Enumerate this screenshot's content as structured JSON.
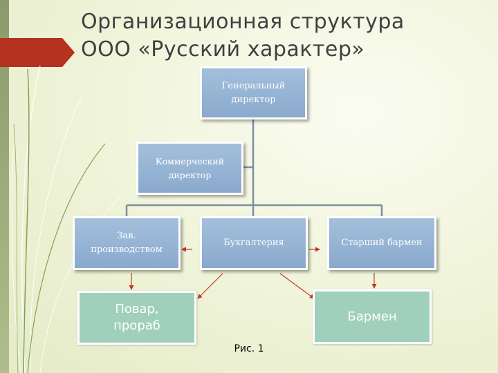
{
  "slide": {
    "title_line1": "Организационная структура",
    "title_line2": "ООО «Русский характер»",
    "caption": "Рис. 1"
  },
  "org_chart": {
    "nodes": {
      "general_director": "Генеральный директор",
      "commercial_director": "Коммерческий директор",
      "head_of_production": "Зав.\nпроизводством",
      "accounting": "Бухгалтерия",
      "senior_barman": "Старший  бармен",
      "cook_foreman": "Повар,\nпрораб",
      "barman": "Бармен"
    },
    "hierarchy": [
      [
        "Генеральный директор",
        "Коммерческий директор"
      ],
      [
        "Генеральный директор",
        "Зав.\nпроизводством"
      ],
      [
        "Генеральный директор",
        "Бухгалтерия"
      ],
      [
        "Генеральный директор",
        "Старший  бармен"
      ]
    ],
    "arrows": [
      [
        "Бухгалтерия",
        "Зав.\nпроизводством"
      ],
      [
        "Бухгалтерия",
        "Старший  бармен"
      ],
      [
        "Зав.\nпроизводством",
        "Повар,\nпрораб"
      ],
      [
        "Бухгалтерия",
        "Повар,\nпрораб"
      ],
      [
        "Бухгалтерия",
        "Бармен"
      ],
      [
        "Старший  бармен",
        "Бармен"
      ]
    ]
  },
  "colors": {
    "title_text": "#404040",
    "blue_node": "#8eacce",
    "green_node": "#a0cfbc",
    "connector": "#7f8f9f",
    "arrow": "#c0392b",
    "accent_arrow": "#b5321f"
  },
  "decoration": {
    "left_accent": "arrow-shape"
  }
}
